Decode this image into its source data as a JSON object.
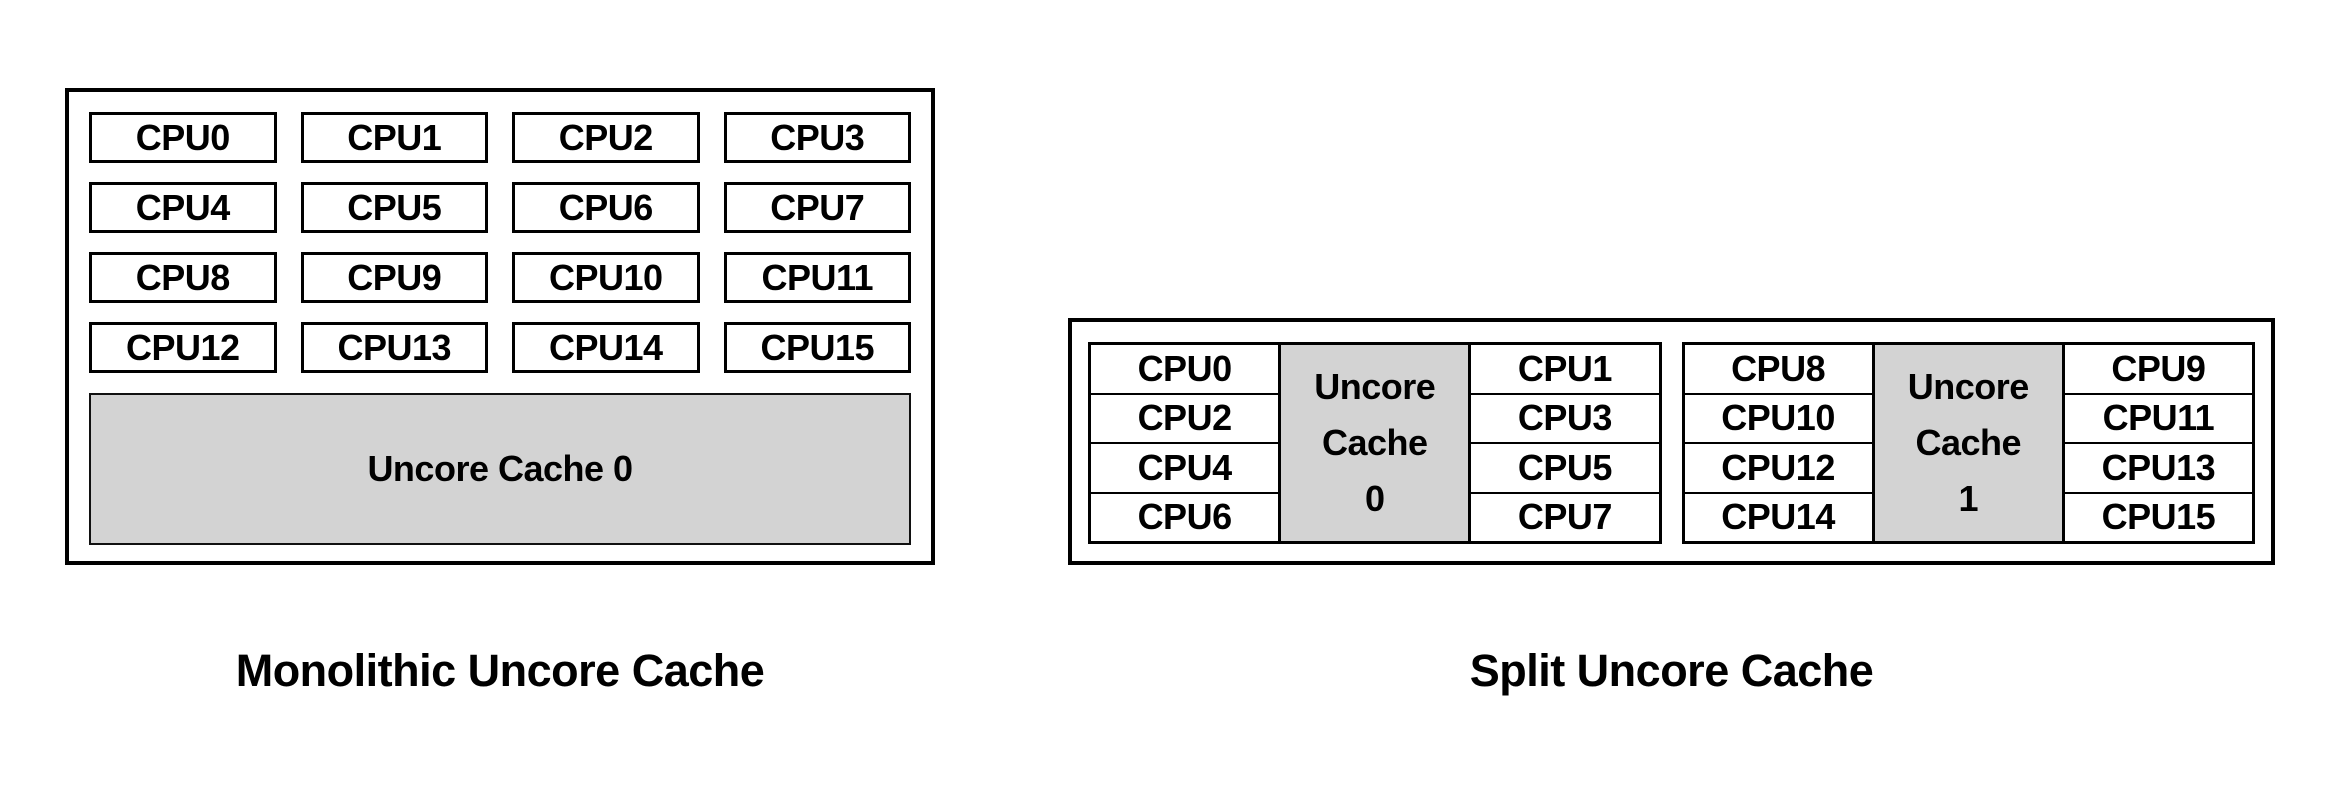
{
  "monolithic": {
    "caption": "Monolithic Uncore Cache",
    "cpus": [
      "CPU0",
      "CPU1",
      "CPU2",
      "CPU3",
      "CPU4",
      "CPU5",
      "CPU6",
      "CPU7",
      "CPU8",
      "CPU9",
      "CPU10",
      "CPU11",
      "CPU12",
      "CPU13",
      "CPU14",
      "CPU15"
    ],
    "cache_label": "Uncore Cache 0"
  },
  "split": {
    "caption": "Split Uncore Cache",
    "clusters": [
      {
        "left_cpus": [
          "CPU0",
          "CPU2",
          "CPU4",
          "CPU6"
        ],
        "cache_lines": [
          "Uncore",
          "Cache",
          "0"
        ],
        "right_cpus": [
          "CPU1",
          "CPU3",
          "CPU5",
          "CPU7"
        ]
      },
      {
        "left_cpus": [
          "CPU8",
          "CPU10",
          "CPU12",
          "CPU14"
        ],
        "cache_lines": [
          "Uncore",
          "Cache",
          "1"
        ],
        "right_cpus": [
          "CPU9",
          "CPU11",
          "CPU13",
          "CPU15"
        ]
      }
    ]
  },
  "colors": {
    "cache_fill": "#d3d3d3",
    "border": "#000000",
    "background": "#ffffff",
    "text": "#000000"
  }
}
